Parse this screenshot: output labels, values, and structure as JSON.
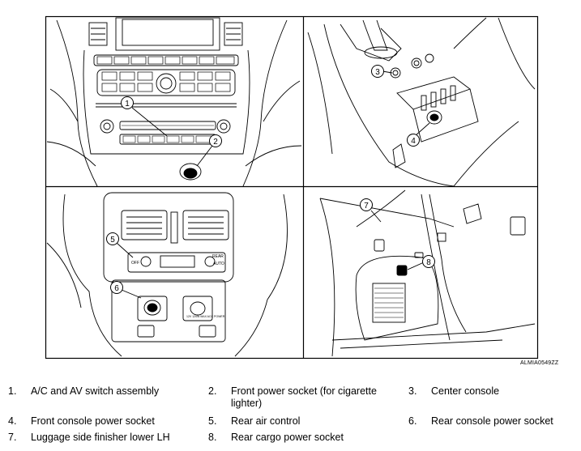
{
  "figure": {
    "code": "ALMIA0549ZZ",
    "panels": [
      {
        "callouts": [
          {
            "number": "1"
          },
          {
            "number": "2"
          }
        ]
      },
      {
        "callouts": [
          {
            "number": "3"
          },
          {
            "number": "4"
          }
        ]
      },
      {
        "callouts": [
          {
            "number": "5"
          },
          {
            "number": "6"
          }
        ]
      },
      {
        "callouts": [
          {
            "number": "7"
          },
          {
            "number": "8"
          }
        ]
      }
    ],
    "panel_texts": {
      "off": "OFF",
      "auto": "AUTO",
      "rear": "REAR",
      "socket_label": "12V 120W MAX ACC POWER"
    }
  },
  "legend": [
    {
      "number": "1.",
      "text": "A/C and AV switch assembly"
    },
    {
      "number": "2.",
      "text": "Front power socket (for cigarette lighter)"
    },
    {
      "number": "3.",
      "text": "Center console"
    },
    {
      "number": "4.",
      "text": "Front console power socket"
    },
    {
      "number": "5.",
      "text": "Rear air control"
    },
    {
      "number": "6.",
      "text": "Rear console power socket"
    },
    {
      "number": "7.",
      "text": "Luggage side finisher lower LH"
    },
    {
      "number": "8.",
      "text": "Rear cargo power socket"
    }
  ]
}
